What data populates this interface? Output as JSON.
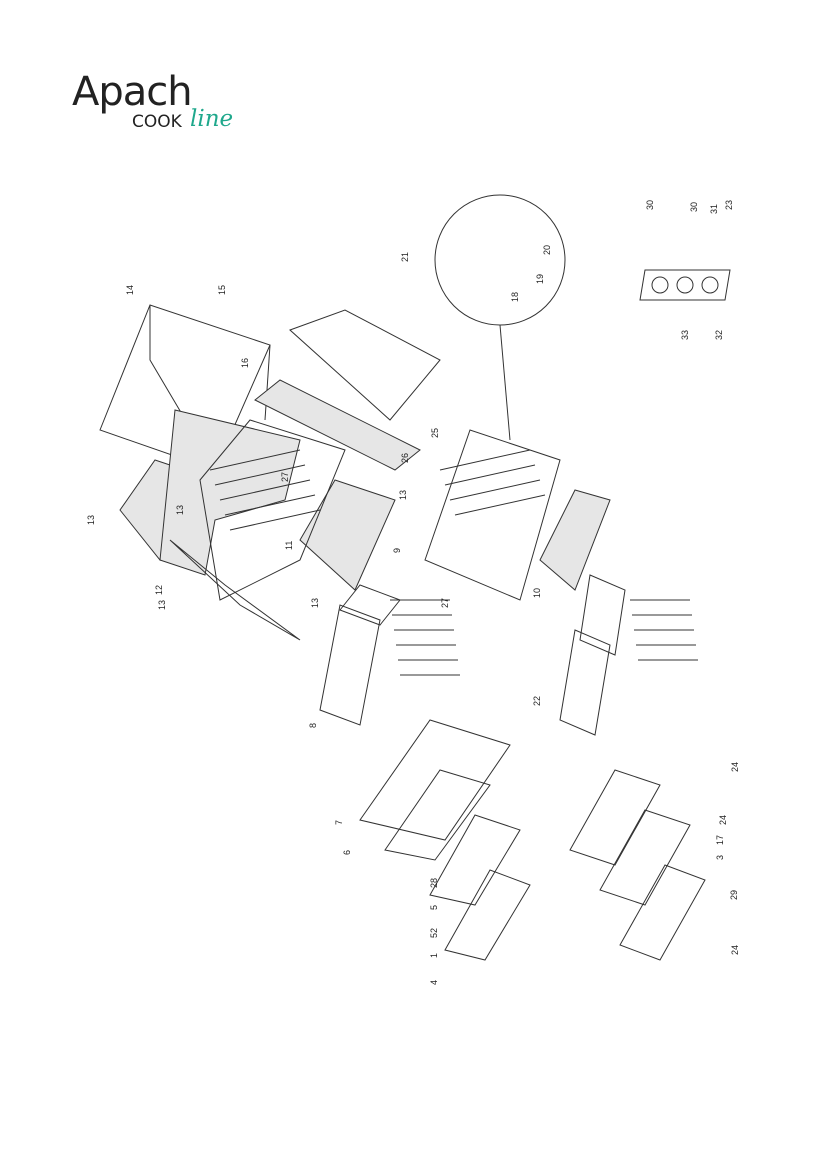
{
  "logo": {
    "brand": "Apach",
    "sub": "COOK",
    "script": "line",
    "accent": "#1fa88c"
  },
  "part_labels": [
    "1",
    "2",
    "3",
    "4",
    "5",
    "5",
    "6",
    "7",
    "8",
    "9",
    "10",
    "11",
    "12",
    "13",
    "13",
    "13",
    "13",
    "13",
    "14",
    "15",
    "16",
    "17",
    "18",
    "19",
    "20",
    "21",
    "22",
    "23",
    "24",
    "24",
    "24",
    "25",
    "26",
    "27",
    "27",
    "28",
    "29",
    "30",
    "30",
    "31",
    "32",
    "33"
  ]
}
